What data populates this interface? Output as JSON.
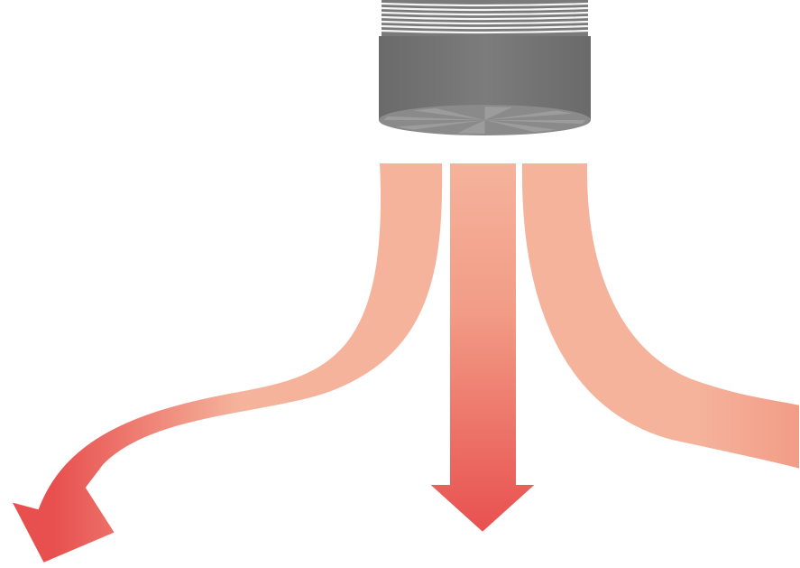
{
  "diagram": {
    "nozzle": {
      "icon": "ceiling-air-diffuser-nozzle",
      "thread_ring_count": 7,
      "vane_count": 8,
      "colors": {
        "body": "#7c7c7c",
        "body_dark": "#6a6a6a",
        "thread_light": "#f5f5f5",
        "thread_dark": "#7a7a7a",
        "face": "#8a8a8a",
        "vane": "#9c9c9c"
      }
    },
    "airflow_arrows": [
      {
        "name": "left-airflow",
        "direction": "down-left"
      },
      {
        "name": "center-airflow",
        "direction": "down"
      },
      {
        "name": "right-airflow",
        "direction": "down-right"
      }
    ],
    "arrow_colors": {
      "light": "#f5b39c",
      "mid": "#f29c86",
      "dark": "#e8504f"
    }
  }
}
